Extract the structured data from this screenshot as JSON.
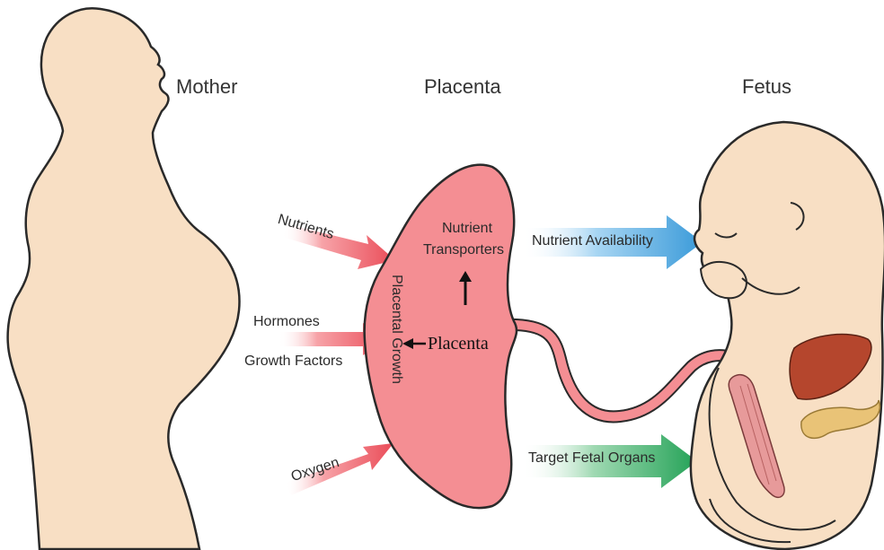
{
  "titles": {
    "mother": "Mother",
    "placenta": "Placenta",
    "fetus": "Fetus"
  },
  "inputs": {
    "nutrients": "Nutrients",
    "hormones": "Hormones",
    "growth_factors": "Growth Factors",
    "oxygen": "Oxygen"
  },
  "placenta_labels": {
    "nutrient": "Nutrient",
    "transporters": "Transporters",
    "placental_growth": "Placental Growth",
    "placenta_inline": "Placenta"
  },
  "outputs": {
    "nutrient_availability": "Nutrient Availability",
    "target_fetal_organs": "Target Fetal Organs"
  },
  "colors": {
    "skin": "#f8dfc4",
    "skin_outline": "#2a2a2a",
    "placenta": "#f48e93",
    "red_arrow": "#ef5b65",
    "blue_arrow": "#4aa8e0",
    "green_arrow": "#2faa63",
    "liver": "#b5462d",
    "pancreas": "#e9c377",
    "muscle": "#e79a9a"
  }
}
